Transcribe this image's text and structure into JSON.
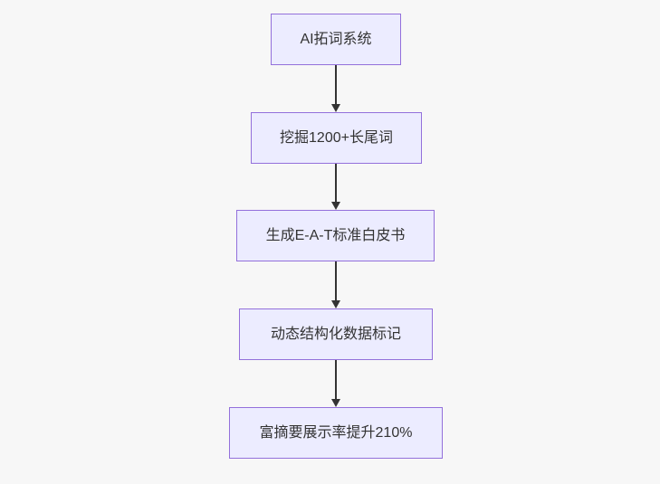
{
  "diagram": {
    "type": "flowchart-vertical",
    "direction": "top-down",
    "nodes": [
      {
        "id": "step-1",
        "label": "AI拓词系统"
      },
      {
        "id": "step-2",
        "label": "挖掘1200+长尾词"
      },
      {
        "id": "step-3",
        "label": "生成E-A-T标准白皮书"
      },
      {
        "id": "step-4",
        "label": "动态结构化数据标记"
      },
      {
        "id": "step-5",
        "label": "富摘要展示率提升210%"
      }
    ],
    "edges": [
      {
        "from": "step-1",
        "to": "step-2",
        "style": "arrow-down"
      },
      {
        "from": "step-2",
        "to": "step-3",
        "style": "arrow-down"
      },
      {
        "from": "step-3",
        "to": "step-4",
        "style": "arrow-down"
      },
      {
        "from": "step-4",
        "to": "step-5",
        "style": "arrow-down"
      }
    ],
    "colors": {
      "background": "#f7f7f7",
      "node_fill": "#ECECFF",
      "node_border": "#9370DB",
      "node_text": "#333333",
      "arrow": "#333333"
    }
  }
}
